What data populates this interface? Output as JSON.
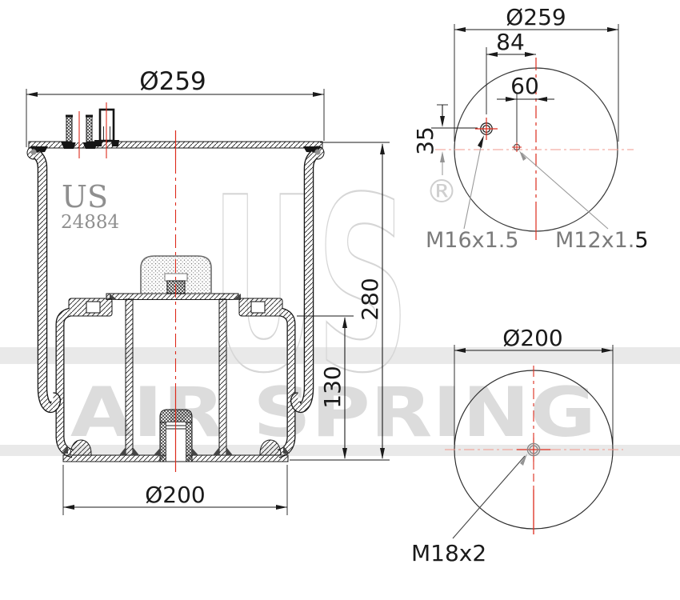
{
  "drawing": {
    "brand_label": "US",
    "part_number": "24884",
    "watermark": {
      "brand": "US",
      "registered": "®",
      "name": "AIR SPRING",
      "letter_color": "#dcdcdc",
      "band_color": "#e9e9e9"
    },
    "side_view": {
      "dim_top_diameter": "Ø259",
      "dim_total_height": "280",
      "dim_piston_height": "130",
      "dim_piston_diameter": "Ø200"
    },
    "top_view": {
      "dim_plate_diameter": "Ø259",
      "dim_port_spacing": "84",
      "dim_stud_offset": "60",
      "dim_port_vertical_offset": "35",
      "air_fitting_label": "M16x1.5",
      "stud_label_main": "M12x1.",
      "stud_label_end": "5"
    },
    "bottom_view": {
      "dim_piston_diameter": "Ø200",
      "thread_label": "M18x2"
    },
    "colors": {
      "line": "#1a1a1a",
      "centerline_red": "#dd2b1c",
      "centerline_salmon": "#f2998c",
      "label_gray": "#7b7b7b",
      "brand_gray": "#8f8f8f"
    }
  }
}
